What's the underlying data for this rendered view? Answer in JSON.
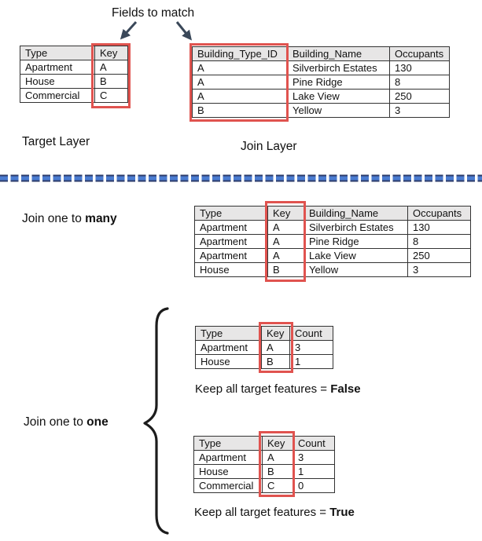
{
  "labels": {
    "fields_to_match": "Fields to match",
    "target_layer": "Target Layer",
    "join_layer": "Join Layer",
    "join_one_to_many_prefix": "Join one to ",
    "join_one_to_many_bold": "many",
    "join_one_to_one_prefix": "Join one to ",
    "join_one_to_one_bold": "one",
    "keep_false_prefix": "Keep all target features = ",
    "keep_false_bold": "False",
    "keep_true_prefix": "Keep all target features = ",
    "keep_true_bold": "True"
  },
  "icons": {
    "left_arrow": "arrow-down-left",
    "right_arrow": "arrow-down-right",
    "divider": "dashed-horizontal-divider",
    "brace": "left-curly-brace"
  },
  "colors": {
    "key_highlight": "#e0534f",
    "header_fill": "#e7e6e6",
    "arrow_color": "#3a4859",
    "divider_dark": "#2d3c6b",
    "divider_light": "#4a7bd0",
    "brace_color": "#1c1c1c",
    "table_border": "#333333",
    "text_color": "#111111"
  },
  "tables": {
    "target": {
      "headers": [
        "Type",
        "Key"
      ],
      "rows": [
        [
          "Apartment",
          "A"
        ],
        [
          "House",
          "B"
        ],
        [
          "Commercial",
          "C"
        ]
      ]
    },
    "join": {
      "headers": [
        "Building_Type_ID",
        "Building_Name",
        "Occupants"
      ],
      "rows": [
        [
          "A",
          "Silverbirch Estates",
          "130"
        ],
        [
          "A",
          "Pine Ridge",
          "8"
        ],
        [
          "A",
          "Lake View",
          "250"
        ],
        [
          "B",
          "Yellow",
          "3"
        ]
      ]
    },
    "one_to_many": {
      "headers": [
        "Type",
        "Key",
        "Building_Name",
        "Occupants"
      ],
      "rows": [
        [
          "Apartment",
          "A",
          "Silverbirch Estates",
          "130"
        ],
        [
          "Apartment",
          "A",
          "Pine Ridge",
          "8"
        ],
        [
          "Apartment",
          "A",
          "Lake View",
          "250"
        ],
        [
          "House",
          "B",
          "Yellow",
          "3"
        ]
      ]
    },
    "one_to_one_false": {
      "headers": [
        "Type",
        "Key",
        "Count"
      ],
      "rows": [
        [
          "Apartment",
          "A",
          "3"
        ],
        [
          "House",
          "B",
          "1"
        ]
      ]
    },
    "one_to_one_true": {
      "headers": [
        "Type",
        "Key",
        "Count"
      ],
      "rows": [
        [
          "Apartment",
          "A",
          "3"
        ],
        [
          "House",
          "B",
          "1"
        ],
        [
          "Commercial",
          "C",
          "0"
        ]
      ]
    }
  }
}
